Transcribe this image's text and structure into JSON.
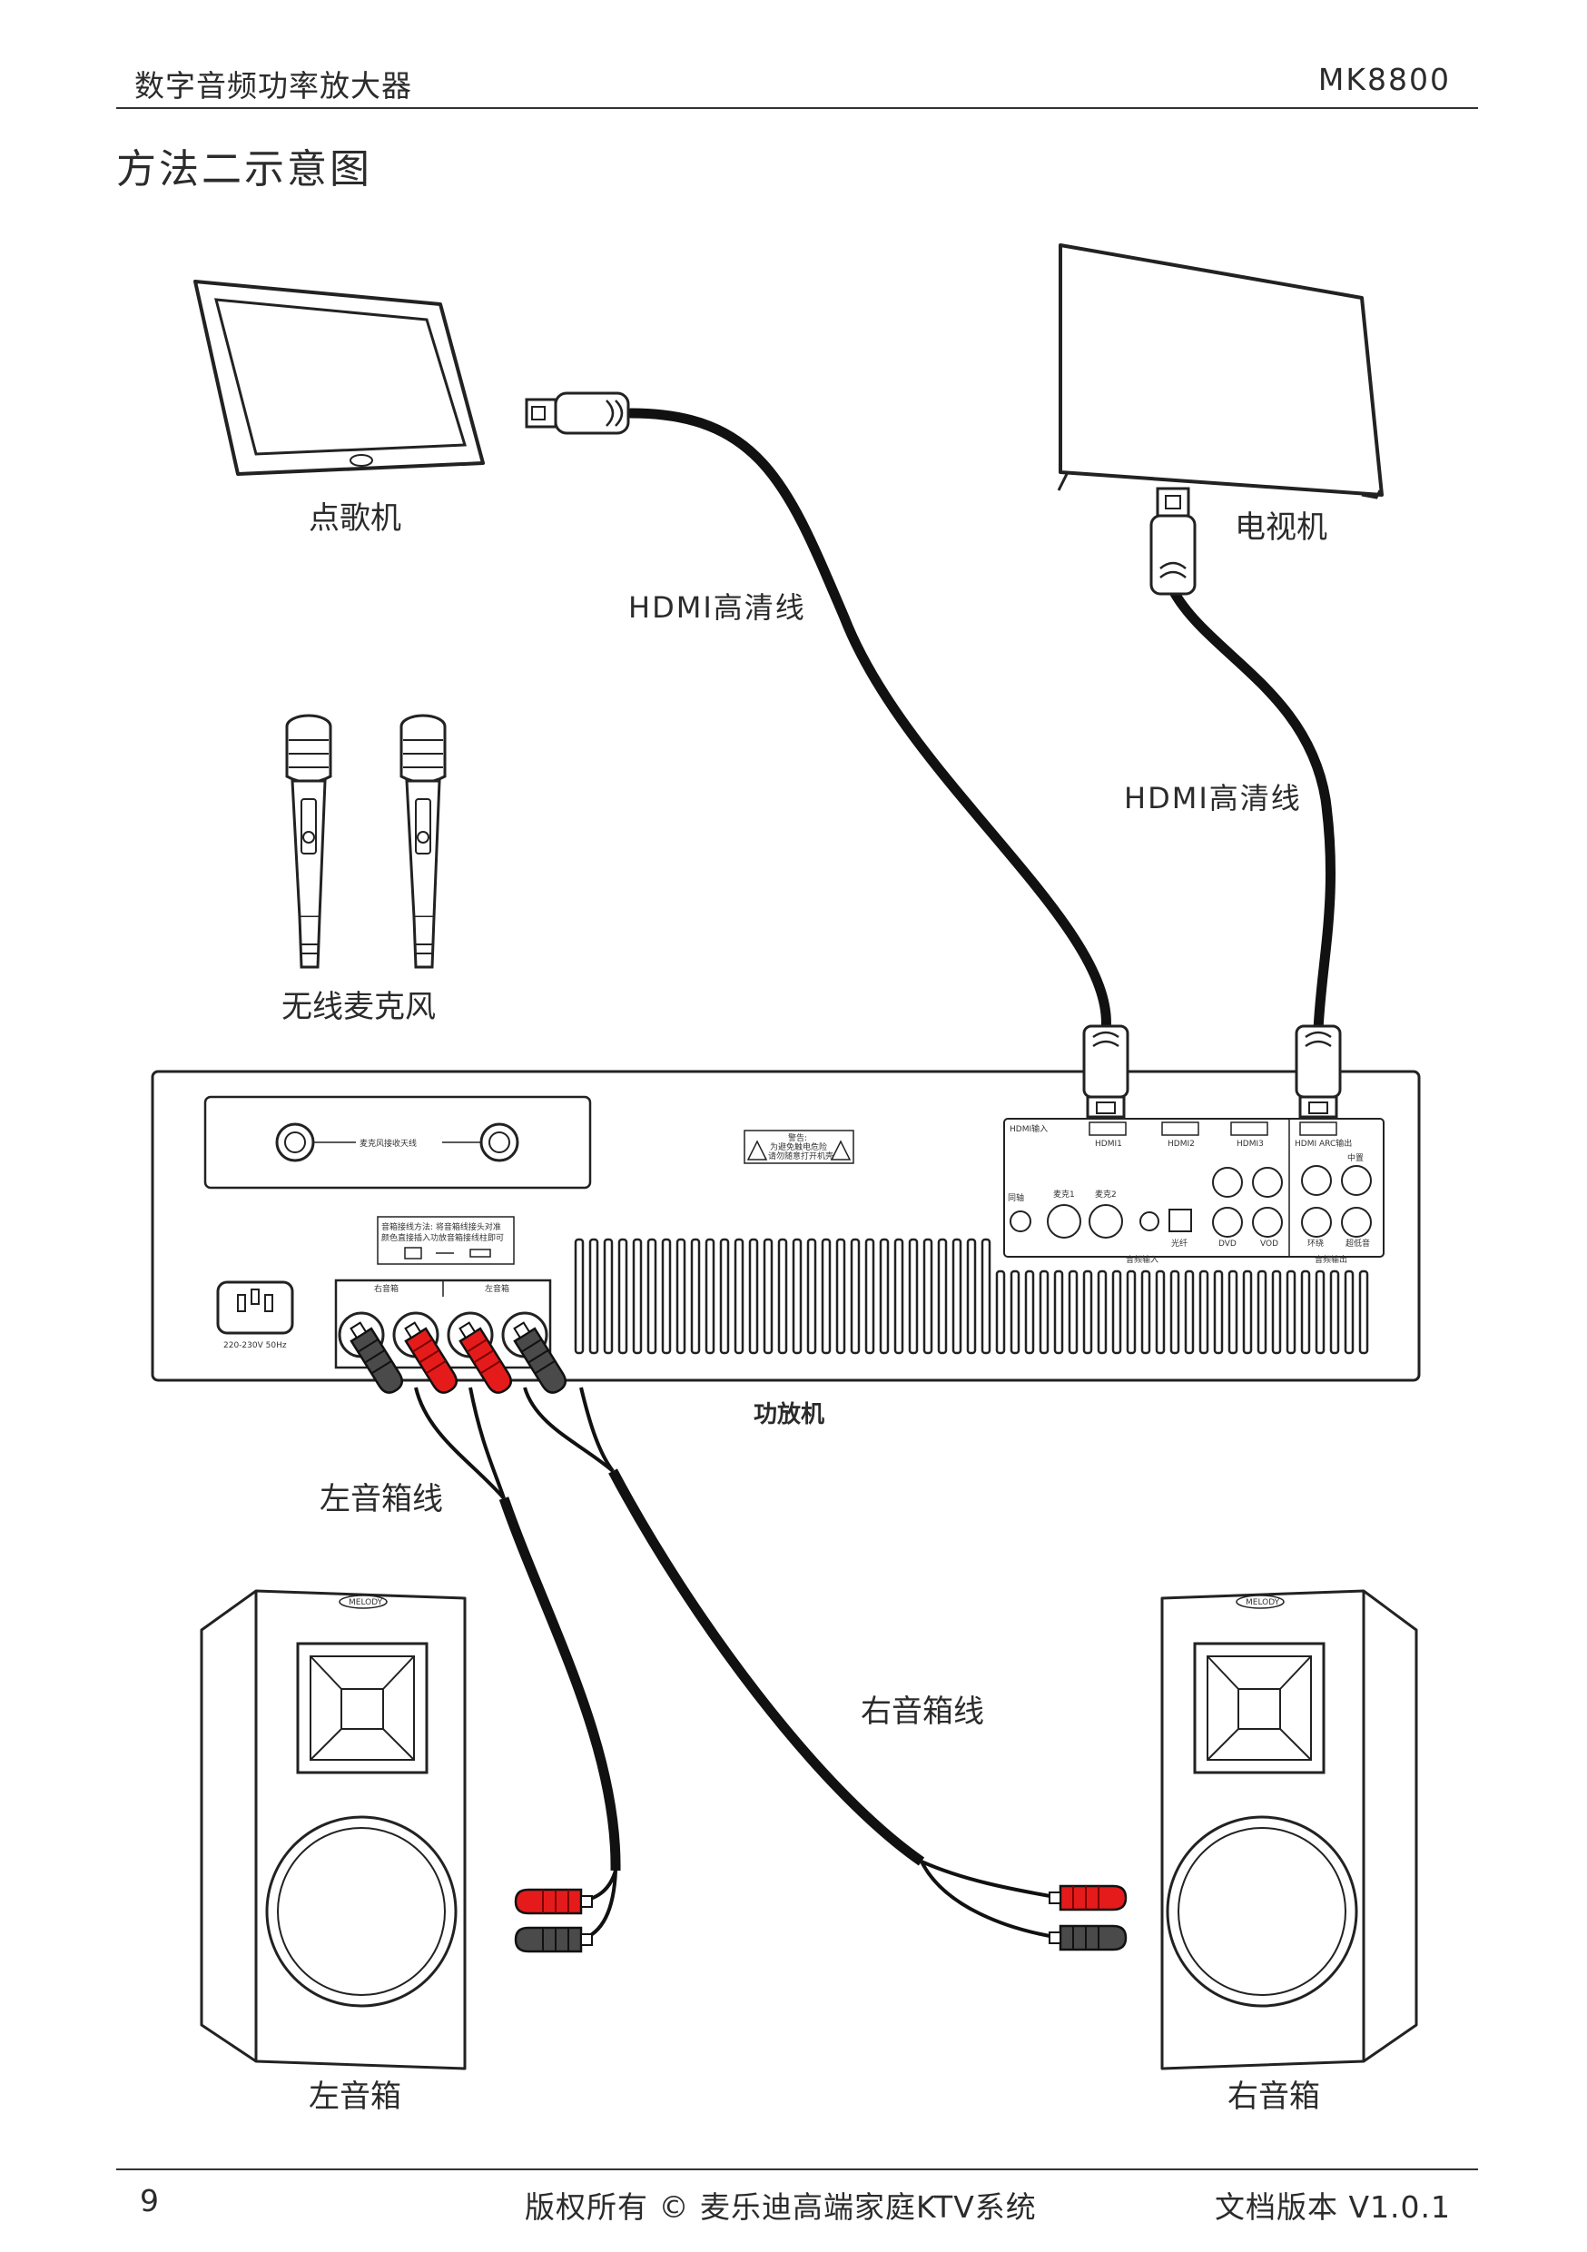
{
  "header": {
    "title": "数字音频功率放大器",
    "model": "MK8800"
  },
  "subtitle": "方法二示意图",
  "labels": {
    "jukebox": "点歌机",
    "tv": "电视机",
    "hdmi_cable_1": "HDMI高清线",
    "hdmi_cable_2": "HDMI高清线",
    "wireless_mic": "无线麦克风",
    "amplifier": "功放机",
    "left_speaker_cable": "左音箱线",
    "right_speaker_cable": "右音箱线",
    "left_speaker": "左音箱",
    "right_speaker": "右音箱"
  },
  "amp_panel": {
    "mic_antenna": "麦克风接收天线",
    "warning_title": "警告:",
    "warning_line1": "为避免触电危险",
    "warning_line2": "请勿随意打开机壳",
    "wiring_note_1": "音箱接线方法: 将音箱线接头对准",
    "wiring_note_2": "颜色直接插入功放音箱接线柱即可",
    "power_spec": "220-230V 50Hz",
    "right_ch": "右音箱",
    "left_ch": "左音箱",
    "hdmi_in_group": "HDMI输入",
    "hdmi1": "HDMI1",
    "hdmi2": "HDMI2",
    "hdmi3": "HDMI3",
    "hdmi_arc": "HDMI ARC输出",
    "coax": "同轴",
    "mic1": "麦克1",
    "mic2": "麦克2",
    "optical_in": "光纤",
    "dvd": "DVD",
    "vod": "VOD",
    "audio_in_group": "音频输入",
    "center": "中置",
    "surround": "环绕",
    "subwoofer": "超低音",
    "audio_out_group": "音频输出"
  },
  "speaker_brand": "MELODY",
  "footer": {
    "page": "9",
    "copyright": "版权所有 © 麦乐迪高端家庭KTV系统",
    "version": "文档版本  V1.0.1"
  }
}
